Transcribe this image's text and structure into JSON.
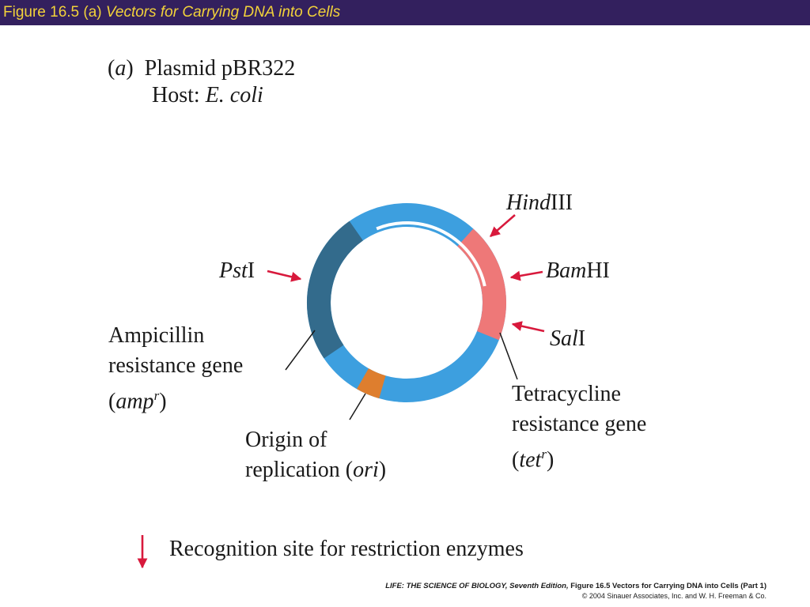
{
  "header": {
    "figure_number": "Figure 16.5 (a)",
    "figure_title": "Vectors for Carrying DNA into Cells"
  },
  "heading": {
    "panel_letter": "a",
    "plasmid": "Plasmid pBR322",
    "host_label": "Host:",
    "host_organism": "E. coli"
  },
  "sites": {
    "hindiii_italic": "Hind",
    "hindiii_roman": "III",
    "bamhi_italic": "Bam",
    "bamhi_roman": "HI",
    "sali_italic": "Sal",
    "sali_roman": "I",
    "psti_italic": "Pst",
    "psti_roman": "I"
  },
  "genes": {
    "amp_line1": "Ampicillin",
    "amp_line2": "resistance gene",
    "amp_abbr": "amp",
    "amp_sup": "r",
    "tet_line1": "Tetracycline",
    "tet_line2": "resistance gene",
    "tet_abbr": "tet",
    "tet_sup": "r",
    "ori_line1": "Origin of",
    "ori_line2": "replication (",
    "ori_abbr": "ori"
  },
  "legend": {
    "text": "Recognition site for restriction enzymes"
  },
  "footer": {
    "book_title": "LIFE: THE SCIENCE OF BIOLOGY, Seventh Edition,",
    "figure_caption": "Figure 16.5 Vectors for Carrying DNA into Cells (Part 1)",
    "copyright": "© 2004 Sinauer Associates, Inc. and W. H. Freeman & Co."
  },
  "colors": {
    "title_bar_bg": "#33205e",
    "title_text": "#f2d23a",
    "plasmid_blue": "#3d9fdf",
    "amp_gene": "#336b8c",
    "tet_gene": "#ee7878",
    "ori": "#de7e2e",
    "arrow_red": "#d8193c"
  }
}
